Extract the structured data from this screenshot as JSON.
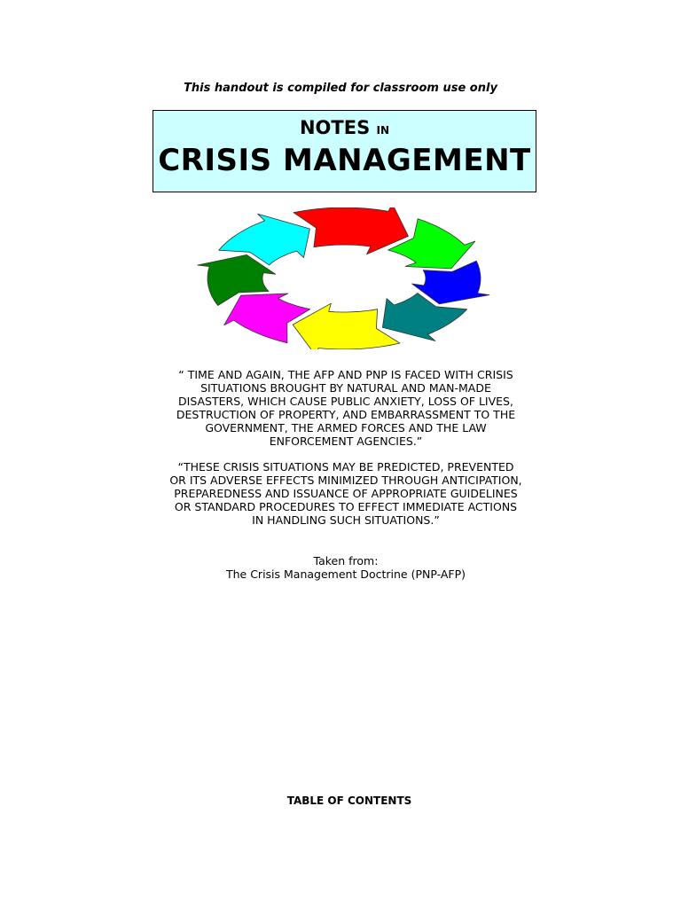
{
  "header": {
    "disclaimer": "This handout is compiled for classroom use only"
  },
  "title_box": {
    "line1": "NOTES",
    "connector": "IN",
    "line2": "CRISIS MANAGEMENT",
    "background_color": "#ccffff"
  },
  "cycle_graphic": {
    "icon": "circular-arrows-cycle-icon",
    "arrow_colors": [
      "#ff0000",
      "#00ff00",
      "#0000ff",
      "#008080",
      "#ffff00",
      "#ff00ff",
      "#008000",
      "#00ffff"
    ]
  },
  "quotes": {
    "quote1": "“ TIME AND AGAIN, THE AFP AND PNP IS FACED WITH CRISIS SITUATIONS BROUGHT BY NATURAL AND MAN-MADE DISASTERS, WHICH CAUSE PUBLIC ANXIETY, LOSS OF LIVES, DESTRUCTION OF PROPERTY, AND EMBARRASSMENT TO THE GOVERNMENT, THE ARMED FORCES AND THE LAW ENFORCEMENT AGENCIES.”",
    "quote2": "“THESE CRISIS SITUATIONS MAY BE PREDICTED, PREVENTED OR ITS ADVERSE EFFECTS MINIMIZED THROUGH ANTICIPATION, PREPAREDNESS AND ISSUANCE OF APPROPRIATE GUIDELINES OR STANDARD PROCEDURES TO EFFECT IMMEDIATE ACTIONS IN HANDLING SUCH SITUATIONS.”"
  },
  "source": {
    "label": "Taken from:",
    "citation": "The Crisis Management Doctrine (PNP-AFP)"
  },
  "toc": {
    "heading": "TABLE OF CONTENTS"
  }
}
